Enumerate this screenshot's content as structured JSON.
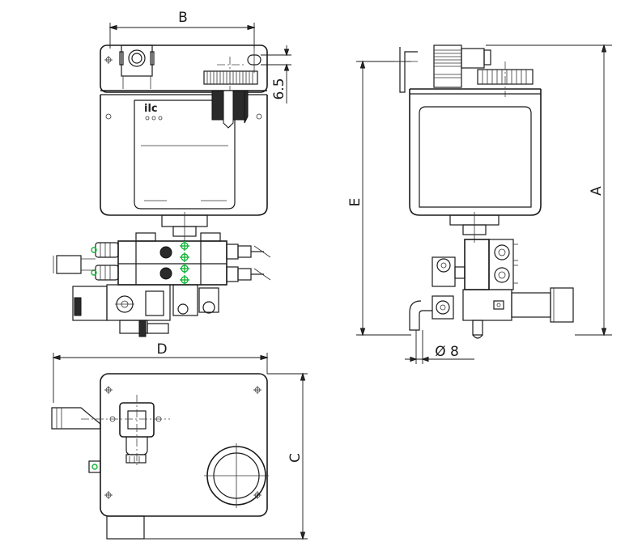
{
  "dimensions": {
    "B": "B",
    "A": "A",
    "E": "E",
    "D": "D",
    "C": "C",
    "offset": "6.5",
    "fitting": "Ø 8"
  },
  "views": {
    "front": {
      "logo_text": "ilc"
    },
    "side": {},
    "top": {}
  },
  "colors": {
    "line": "#1a1a1a",
    "mark": "#17b53a",
    "fill_dark": "#2a2a2a"
  }
}
